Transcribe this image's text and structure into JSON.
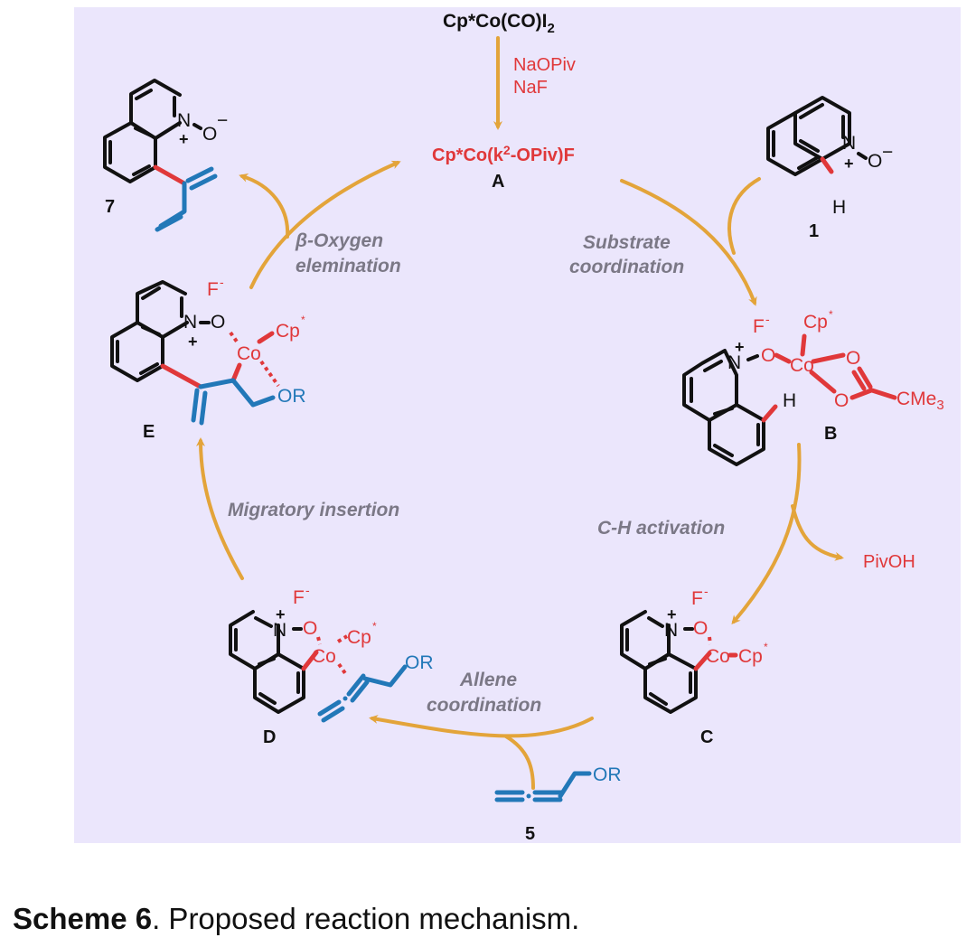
{
  "figure": {
    "caption": {
      "label": "Scheme 6",
      "text": ". Proposed reaction mechanism."
    },
    "colors": {
      "background_panel": "#ebe6fc",
      "arrow": "#e3a43a",
      "metal_highlight": "#e0383a",
      "allene_highlight": "#2278b8",
      "step_label": "#7b7886"
    },
    "precatalyst": {
      "formula": "Cp*Co(CO)I",
      "formula_sub": "2",
      "reagents": [
        "NaOPiv",
        "NaF"
      ]
    },
    "species": {
      "A": {
        "label": "A",
        "formula_prefix": "Cp*Co(k",
        "formula_sup": "2",
        "formula_suffix": "-OPiv)F"
      },
      "substrate1": {
        "label": "1",
        "N": "N",
        "O": "O",
        "minus": "−",
        "plus": "+",
        "H": "H"
      },
      "B": {
        "label": "B",
        "F": "F",
        "minus": "-",
        "Cp": "Cp",
        "star": "*",
        "Co": "Co",
        "O": "O",
        "plus": "+",
        "N": "N",
        "H": "H",
        "CMe": "CMe",
        "sub3": "3"
      },
      "C": {
        "label": "C",
        "F": "F",
        "minus": "-",
        "plus": "+",
        "N": "N",
        "O": "O",
        "Co": "Co",
        "Cp": "Cp",
        "star": "*"
      },
      "D": {
        "label": "D",
        "F": "F",
        "minus": "-",
        "plus": "+",
        "N": "N",
        "O": "O",
        "Co": "Co",
        "Cp": "Cp",
        "star": "*",
        "OR": "OR"
      },
      "E": {
        "label": "E",
        "F": "F",
        "minus": "-",
        "plus": "+",
        "N": "N",
        "O": "O",
        "Co": "Co",
        "Cp": "Cp",
        "star": "*",
        "OR": "OR"
      },
      "product7": {
        "label": "7",
        "N": "N",
        "O": "O",
        "minus": "−",
        "plus": "+"
      },
      "allene5": {
        "label": "5",
        "OR": "OR"
      }
    },
    "byproduct": "PivOH",
    "steps": {
      "substrate_coordination": [
        "Substrate",
        "coordination"
      ],
      "ch_activation": "C-H activation",
      "allene_coordination": [
        "Allene",
        "coordination"
      ],
      "migratory_insertion": "Migratory insertion",
      "beta_oxygen_elimination": [
        "β-Oxygen",
        "elemination"
      ]
    }
  }
}
